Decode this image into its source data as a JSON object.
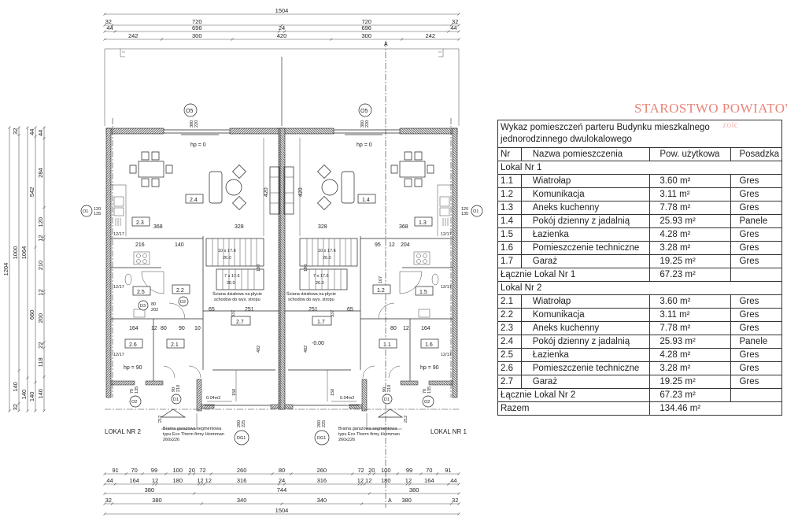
{
  "stamp": {
    "text": "STAROSTWO POWIATOWE",
    "faded": "zoic"
  },
  "table": {
    "title": "Wykaz pomieszczeń parteru Budynku mieszkalnego jednorodzinnego dwulokalowego",
    "headers": [
      "Nr",
      "Nazwa pomieszczenia",
      "Pow. użytkowa",
      "Posadzka"
    ],
    "units": [
      {
        "label": "Lokal Nr 1",
        "rooms": [
          {
            "nr": "1.1",
            "name": "Wiatrołap",
            "area": "3.60 m²",
            "floor": "Gres"
          },
          {
            "nr": "1.2",
            "name": "Komunikacja",
            "area": "3.11 m²",
            "floor": "Gres"
          },
          {
            "nr": "1.3",
            "name": "Aneks kuchenny",
            "area": "7.78 m²",
            "floor": "Gres"
          },
          {
            "nr": "1.4",
            "name": "Pokój dzienny z jadalnią",
            "area": "25.93 m²",
            "floor": "Panele"
          },
          {
            "nr": "1.5",
            "name": "Łazienka",
            "area": "4.28 m²",
            "floor": "Gres"
          },
          {
            "nr": "1.6",
            "name": "Pomieszczenie techniczne",
            "area": "3.28 m²",
            "floor": "Gres"
          },
          {
            "nr": "1.7",
            "name": "Garaż",
            "area": "19.25 m²",
            "floor": "Gres"
          }
        ],
        "total_label": "Łącznie Lokal Nr 1",
        "total": "67.23 m²"
      },
      {
        "label": "Lokal Nr 2",
        "rooms": [
          {
            "nr": "2.1",
            "name": "Wiatrołap",
            "area": "3.60 m²",
            "floor": "Gres"
          },
          {
            "nr": "2.2",
            "name": "Komunikacja",
            "area": "3.11 m²",
            "floor": "Gres"
          },
          {
            "nr": "2.3",
            "name": "Aneks kuchenny",
            "area": "7.78 m²",
            "floor": "Gres"
          },
          {
            "nr": "2.4",
            "name": "Pokój dzienny z jadalnią",
            "area": "25.93 m²",
            "floor": "Panele"
          },
          {
            "nr": "2.5",
            "name": "Łazienka",
            "area": "4.28 m²",
            "floor": "Gres"
          },
          {
            "nr": "2.6",
            "name": "Pomieszczenie techniczne",
            "area": "3.28 m²",
            "floor": "Gres"
          },
          {
            "nr": "2.7",
            "name": "Garaż",
            "area": "19.25 m²",
            "floor": "Gres"
          }
        ],
        "total_label": "Łącznie Lokal Nr 2",
        "total": "67.23 m²"
      }
    ],
    "sum_label": "Razem",
    "sum": "134.46 m²"
  },
  "dimensions": {
    "top": [
      [
        1504
      ],
      [
        32,
        720,
        720,
        32
      ],
      [
        44,
        696,
        24,
        696,
        44
      ],
      [
        242,
        300,
        420,
        300,
        242
      ]
    ],
    "bottom": [
      [
        91,
        70,
        99,
        100,
        20,
        72,
        260,
        80,
        260,
        72,
        20,
        100,
        99,
        70,
        91
      ],
      [
        44,
        164,
        12,
        180,
        12,
        12,
        316,
        24,
        316,
        12,
        12,
        180,
        12,
        164,
        44
      ],
      [
        380,
        744,
        380
      ],
      [
        32,
        380,
        340,
        340,
        380,
        32
      ],
      [
        1504
      ]
    ],
    "left": [
      [
        1204
      ],
      [
        32,
        1000,
        140,
        32
      ],
      [
        1064,
        140
      ],
      [
        44,
        542,
        660,
        140
      ],
      [
        44,
        284,
        120,
        12,
        210,
        12,
        200,
        22,
        118,
        140
      ]
    ]
  },
  "plan": {
    "section": "A",
    "window_o5": "O5",
    "o5_w": "300",
    "o5_h": "220",
    "hp0": "hp = 0",
    "hp90": "hp = 90",
    "window_o1": "O1",
    "o1_w": "120",
    "o1_h": "135",
    "window_o2": "O2",
    "o2_w": "70",
    "o2_h": "135",
    "vent": "12/17",
    "door_d1": "D1",
    "d1_w": "90",
    "d1_h": "210",
    "door_d2": "D2",
    "door_d3": "D3",
    "door_w80": "80",
    "door_h202": "202",
    "gate": "DG1",
    "gate_w": "260",
    "gate_h": "225",
    "gate_note": [
      "Brama garażowa segmentowa",
      "typu Eco Therm firmy Hormman",
      "260x226"
    ],
    "stair1": [
      "10 x 17.6",
      "26.0"
    ],
    "stair2": [
      "7 x 17.6",
      "26.0"
    ],
    "wall_note": [
      "Ściana działowa na płycie",
      "schodów do wys. stropu"
    ],
    "level": "-0.00",
    "area_small": "0.04m2",
    "lokal2": "LOKAL  NR 2",
    "lokal1": "LOKAL  NR 1",
    "rooms_left": [
      "2.1",
      "2.2",
      "2.3",
      "2.4",
      "2.5",
      "2.6",
      "2.7"
    ],
    "rooms_right": [
      "1.1",
      "1.2",
      "1.3",
      "1.4",
      "1.5",
      "1.6",
      "1.7"
    ],
    "d": {
      "d368": "368",
      "d328": "328",
      "d420": "420",
      "d216": "216",
      "d140": "140",
      "d95": "95",
      "d12": "12",
      "d204": "204",
      "d190": "190",
      "d107": "107",
      "d164": "164",
      "d80": "80",
      "d90": "90",
      "d10": "10",
      "d65": "65",
      "d251": "251",
      "d337": "337",
      "d482": "482",
      "d150": "150",
      "d212": "212"
    }
  }
}
